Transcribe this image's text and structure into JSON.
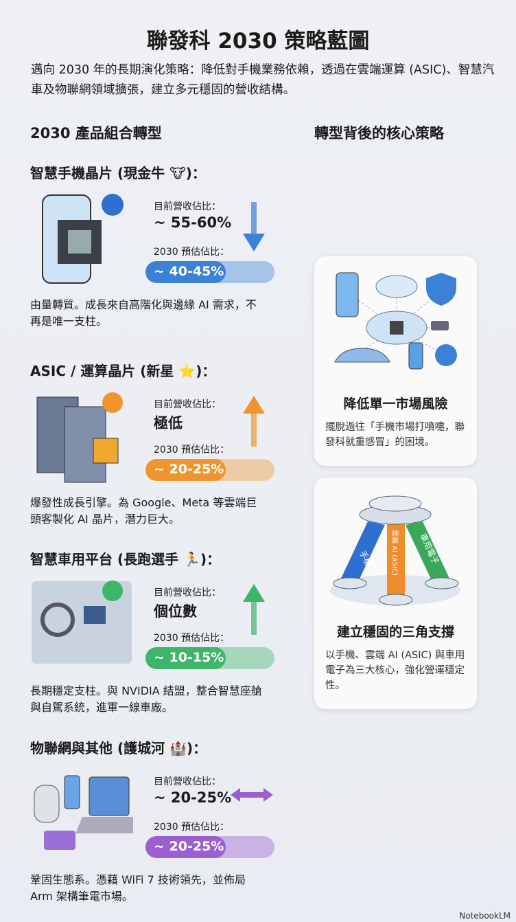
{
  "title": "聯發科 2030 策略藍圖",
  "subtitle": "邁向 2030 年的長期演化策略：降低對手機業務依賴，透過在雲端運算 (ASIC)、智慧汽車及物聯網領域擴張，建立多元穩固的營收結構。",
  "left_heading": "2030 產品組合轉型",
  "right_heading": "轉型背後的核心策略",
  "current_label": "目前營收佔比：",
  "forecast_label": "2030 預估佔比：",
  "segments": [
    {
      "title": "智慧手機晶片 (現金牛 🐮)：",
      "current": "~ 55-60%",
      "forecast": "~ 40-45%",
      "trend": "down",
      "color": "#3b82d6",
      "desc": "由量轉質。成長來自高階化與邊緣 AI 需求，不再是唯一支柱。"
    },
    {
      "title": "ASIC / 運算晶片 (新星 ⭐)：",
      "current": "極低",
      "forecast": "~ 20-25%",
      "trend": "up",
      "color": "#f0952e",
      "desc": "爆發性成長引擎。為 Google、Meta 等雲端巨頭客製化 AI 晶片，潛力巨大。"
    },
    {
      "title": "智慧車用平台 (長跑選手 🏃)：",
      "current": "個位數",
      "forecast": "~ 10-15%",
      "trend": "up",
      "color": "#3fb56a",
      "desc": "長期穩定支柱。與 NVIDIA 結盟，整合智慧座艙與自駕系統，進軍一線車廠。"
    },
    {
      "title": "物聯網與其他 (護城河 🏰)：",
      "current": "~ 20-25%",
      "forecast": "~ 20-25%",
      "trend": "flat",
      "color": "#9b5fd0",
      "desc": "鞏固生態系。憑藉 WiFi 7 技術領先，並佈局 Arm 架構筆電市場。"
    }
  ],
  "cards": [
    {
      "title": "降低單一市場風險",
      "desc": "擺脫過往「手機市場打噴嚏，聯發科就重感冒」的困境。"
    },
    {
      "title": "建立穩固的三角支撐",
      "desc": "以手機、雲端 AI (ASIC) 與車用電子為三大核心，強化營運穩定性。",
      "pillars": [
        "手機",
        "雲端 AI (ASIC)",
        "車用電子"
      ]
    }
  ],
  "footer": "NotebookLM"
}
